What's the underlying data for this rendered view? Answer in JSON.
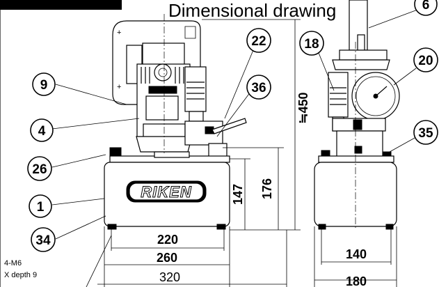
{
  "title": "Dimensional drawing",
  "brand": "RIKEN",
  "callouts": {
    "c1": "1",
    "c4": "4",
    "c6": "6",
    "c9": "9",
    "c18": "18",
    "c20": "20",
    "c22": "22",
    "c26": "26",
    "c34": "34",
    "c35": "35",
    "c36": "36"
  },
  "dimensions": {
    "d220": "220",
    "d260": "260",
    "d320": "320",
    "d140": "140",
    "d180": "180",
    "d147": "147",
    "d176": "176",
    "d450": "≒450"
  },
  "notes": {
    "bolt_line1": "4-M6",
    "bolt_line2": "X depth 9"
  }
}
